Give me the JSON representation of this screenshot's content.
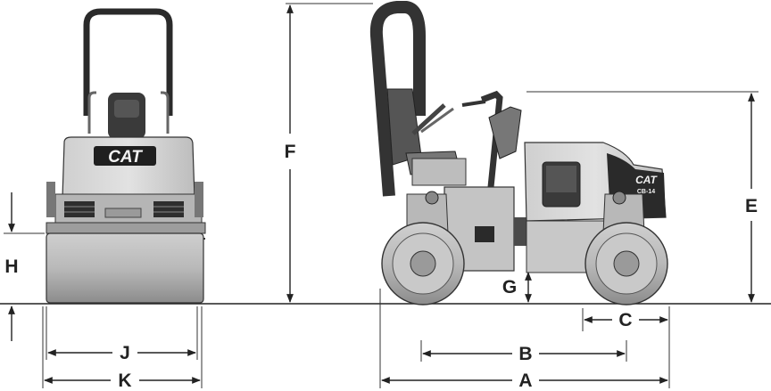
{
  "logo": {
    "brand_front": "CAT",
    "brand_side": "CAT",
    "model_side": "CB-14"
  },
  "dimensions": {
    "a": "A",
    "b": "B",
    "c": "C",
    "e": "E",
    "f": "F",
    "g": "G",
    "h": "H",
    "j": "J",
    "k": "K"
  },
  "icons": [
    "roller-front-view",
    "roller-side-view",
    "dimension-arrow"
  ],
  "colors": {
    "line": "#222222",
    "machine_light": "#d6d6d6",
    "machine_mid": "#a8a8a8",
    "machine_dark": "#3a3a3a"
  }
}
